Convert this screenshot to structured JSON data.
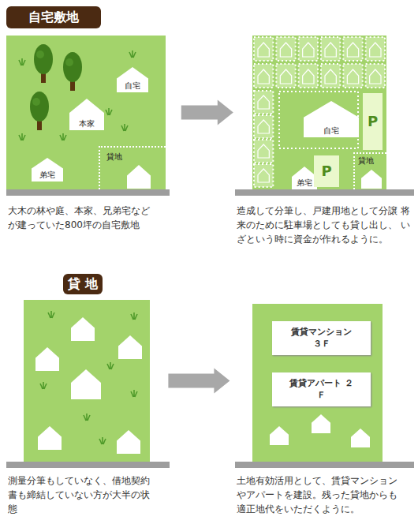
{
  "diagram": {
    "title": "自宅敷地",
    "nodes": [
      {
        "text": [
          "自宅敷地"
        ]
      },
      {
        "text": [
          "大木の林や庭、本家、兄弟宅など が建っていた800坪の自宅敷地"
        ]
      },
      {
        "text": [
          "自宅"
        ],
        "in": 1
      },
      {
        "text": [
          "本家"
        ],
        "in": 1
      },
      {
        "text": [
          "弟宅"
        ],
        "in": 1
      },
      {
        "text": [
          "貸地"
        ],
        "in": 1
      },
      {
        "text": [
          "造成して分筆し、戸建用地として分譲 将来のために駐車場としても貸し出し、 いざという時に資金が作れるように。"
        ]
      },
      {
        "text": [
          "自宅"
        ],
        "in": 6
      },
      {
        "text": [
          "P"
        ],
        "in": 6
      },
      {
        "text": [
          "弟宅"
        ],
        "in": 6
      },
      {
        "text": [
          "P"
        ],
        "in": 6
      },
      {
        "text": [
          "貸地"
        ],
        "in": 6
      },
      {
        "text": [
          "貸 地"
        ]
      },
      {
        "text": [
          "測量分筆もしていなく、借地契約 書も締結していない方が大半の状態"
        ]
      },
      {
        "text": [
          "土地有効活用として、賃貸マンション やアパートを建設。残った貸地からも 適正地代をいただくように。"
        ]
      },
      {
        "text": [
          "賃貸マンション ３Ｆ"
        ],
        "in": 14
      },
      {
        "text": [
          "賃貸アパート ２Ｆ"
        ],
        "in": 14
      }
    ],
    "edges": [
      {
        "from": 1,
        "to": 6,
        "arrow": "to"
      },
      {
        "from": 13,
        "to": 14,
        "arrow": "to"
      }
    ]
  }
}
